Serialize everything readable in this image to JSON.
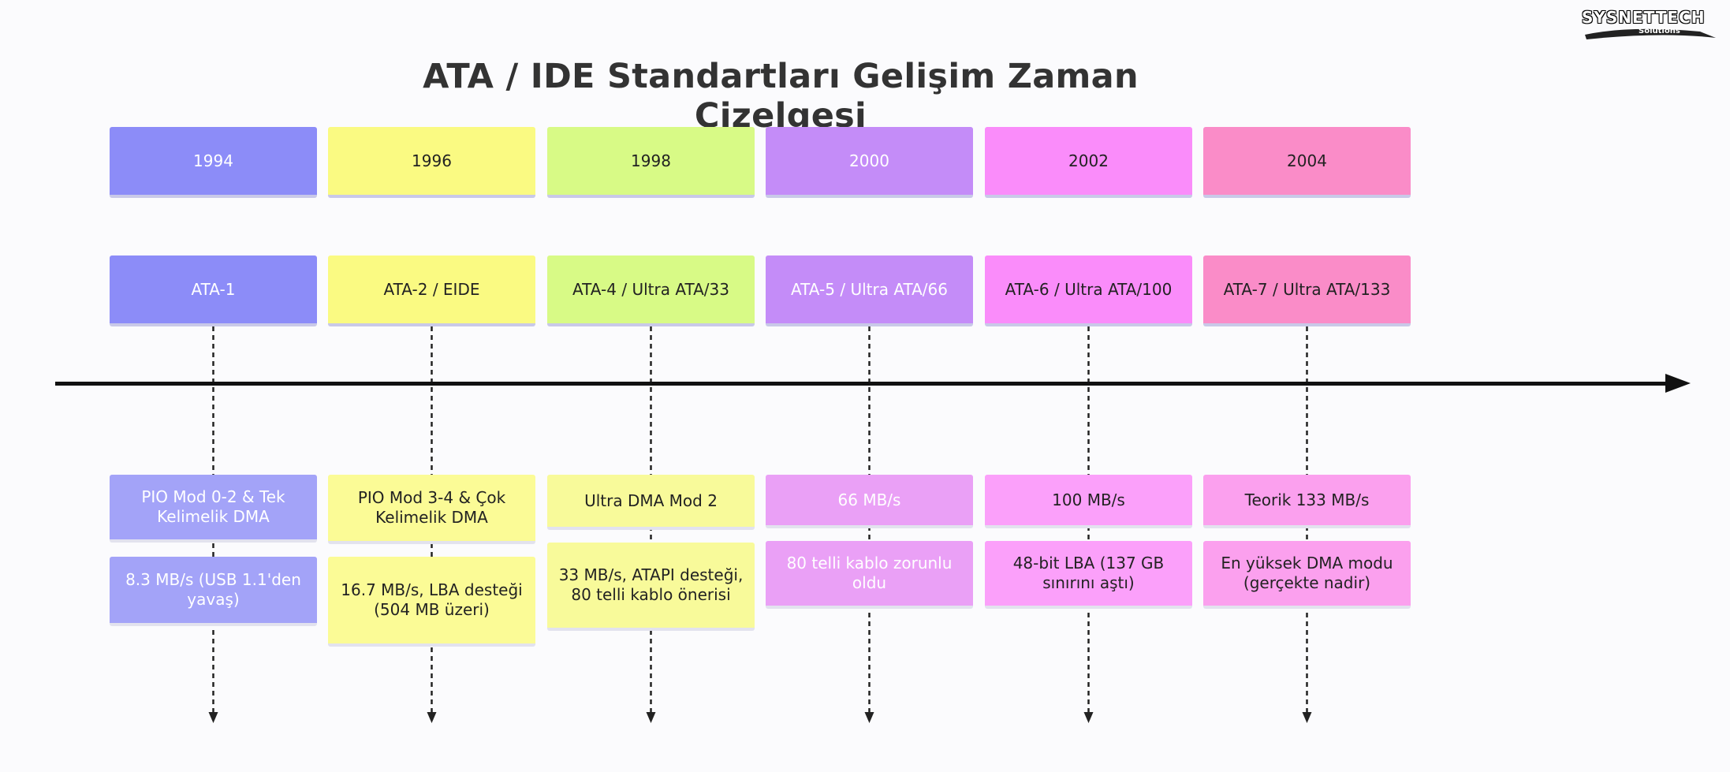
{
  "title": "ATA / IDE Standartları Gelişim Zaman Çizelgesi",
  "logo": {
    "word": "SYSNETTECH",
    "sub": "Solutions"
  },
  "periods": [
    {
      "year": "1994",
      "standard": "ATA-1",
      "feature": "PIO Mod 0-2 & Tek Kelimelik DMA",
      "detail": "8.3 MB/s (USB 1.1'den yavaş)",
      "color": "#8c8cf8",
      "light": "#a3a3f8",
      "text_color": "#ffffff"
    },
    {
      "year": "1996",
      "standard": "ATA-2 / EIDE",
      "feature": "PIO Mod 3-4 & Çok Kelimelik DMA",
      "detail": "16.7 MB/s, LBA desteği (504 MB üzeri)",
      "color": "#fafa82",
      "light": "#fbfb96",
      "text_color": "#222222"
    },
    {
      "year": "1998",
      "standard": "ATA-4 / Ultra ATA/33",
      "feature": "Ultra DMA Mod 2",
      "detail": "33 MB/s, ATAPI desteği, 80 telli kablo önerisi",
      "color": "#d8fa86",
      "light": "#f8fa9a",
      "text_color": "#222222"
    },
    {
      "year": "2000",
      "standard": "ATA-5 / Ultra ATA/66",
      "feature": "66 MB/s",
      "detail": "80 telli kablo zorunlu oldu",
      "color": "#c48cf8",
      "light": "#eaa0f6",
      "text_color": "#ffffff"
    },
    {
      "year": "2002",
      "standard": "ATA-6 / Ultra ATA/100",
      "feature": "100 MB/s",
      "detail": "48-bit LBA (137 GB sınırını aştı)",
      "color": "#fa8cfa",
      "light": "#fba0fa",
      "text_color": "#222222"
    },
    {
      "year": "2004",
      "standard": "ATA-7 / Ultra ATA/133",
      "feature": "Teorik 133 MB/s",
      "detail": "En yüksek DMA modu (gerçekte nadir)",
      "color": "#fa8cc8",
      "light": "#fba0ee",
      "text_color": "#222222"
    }
  ]
}
